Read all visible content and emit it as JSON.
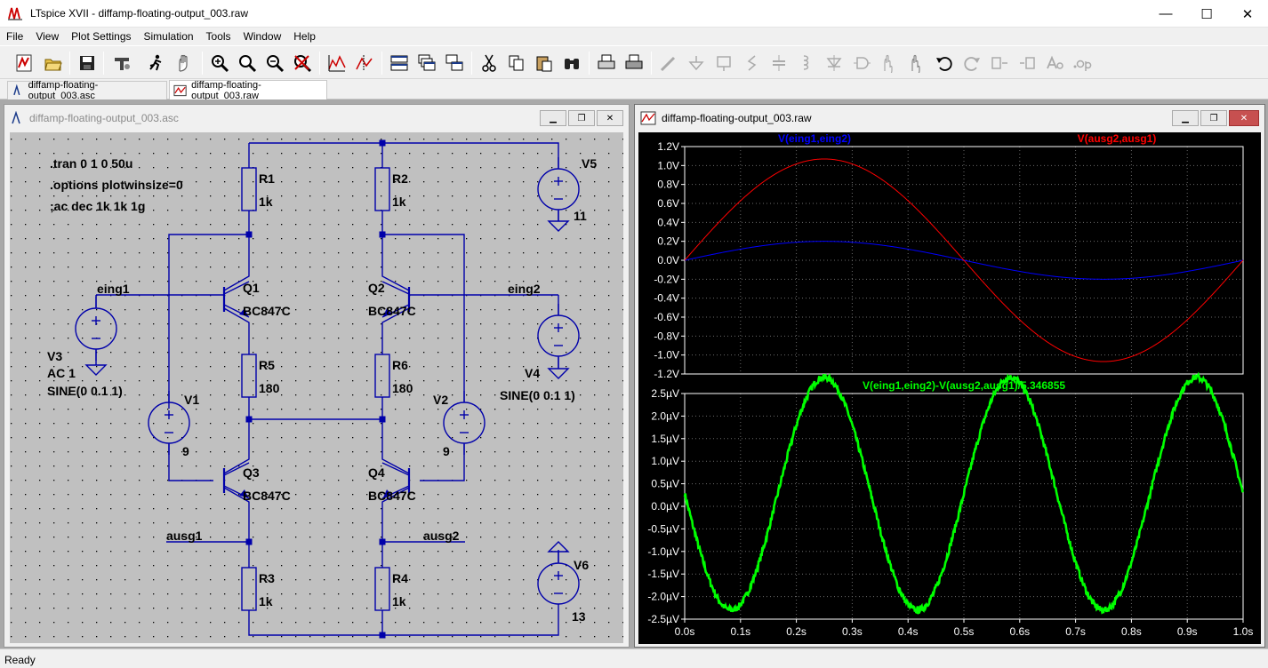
{
  "window": {
    "title": "LTspice XVII - diffamp-floating-output_003.raw",
    "controls": [
      "—",
      "☐",
      "✕"
    ]
  },
  "menu": [
    "File",
    "View",
    "Plot Settings",
    "Simulation",
    "Tools",
    "Window",
    "Help"
  ],
  "toolbar": {
    "icons": [
      "new-schematic-icon",
      "open-icon",
      "save-icon",
      "control-panel-icon",
      "run-icon",
      "halt-icon",
      "zoom-in-icon",
      "zoom-fit-icon",
      "zoom-out-icon",
      "zoom-cancel-icon",
      "autorange-icon",
      "cursor-icon",
      "tile-horizontal-icon",
      "cascade-icon",
      "tile-vertical-icon",
      "cut-icon",
      "copy-icon",
      "paste-icon",
      "find-icon",
      "print-icon",
      "print-setup-icon",
      "wire-icon",
      "ground-icon",
      "label-net-icon",
      "resistor-icon",
      "capacitor-icon",
      "inductor-icon",
      "diode-icon",
      "component-icon",
      "move-icon",
      "drag-icon",
      "undo-icon",
      "redo-icon",
      "rotate-icon",
      "mirror-icon",
      "text-icon",
      "spice-directive-icon"
    ]
  },
  "tabs": [
    {
      "label": "diffamp-floating-output_003.asc",
      "active": false
    },
    {
      "label": "diffamp-floating-output_003.raw",
      "active": true
    }
  ],
  "schematic_window": {
    "title": "diffamp-floating-output_003.asc",
    "directives": [
      ".tran 0 1 0 50u",
      ".options plotwinsize=0",
      ";ac dec 1k 1k 1g"
    ],
    "components": {
      "R1": {
        "name": "R1",
        "value": "1k"
      },
      "R2": {
        "name": "R2",
        "value": "1k"
      },
      "R3": {
        "name": "R3",
        "value": "1k"
      },
      "R4": {
        "name": "R4",
        "value": "1k"
      },
      "R5": {
        "name": "R5",
        "value": "180"
      },
      "R6": {
        "name": "R6",
        "value": "180"
      },
      "Q1": {
        "name": "Q1",
        "value": "BC847C"
      },
      "Q2": {
        "name": "Q2",
        "value": "BC847C"
      },
      "Q3": {
        "name": "Q3",
        "value": "BC847C"
      },
      "Q4": {
        "name": "Q4",
        "value": "BC847C"
      },
      "V1": {
        "name": "V1",
        "value": "9"
      },
      "V2": {
        "name": "V2",
        "value": "9"
      },
      "V3": {
        "name": "V3",
        "value": "AC 1",
        "value2": "SINE(0 0.1 1)"
      },
      "V4": {
        "name": "V4",
        "value": "SINE(0 0.1 1)"
      },
      "V5": {
        "name": "V5",
        "value": "11"
      },
      "V6": {
        "name": "V6",
        "value": "13"
      }
    },
    "nets": {
      "eing1": "eing1",
      "eing2": "eing2",
      "ausg1": "ausg1",
      "ausg2": "ausg2"
    }
  },
  "waveform_window": {
    "title": "diffamp-floating-output_003.raw"
  },
  "chart_data": [
    {
      "type": "line",
      "title": "",
      "series": [
        {
          "name": "V(eing1,eing2)",
          "color": "#0000ff",
          "function": "0.2*sin(2*pi*t)"
        },
        {
          "name": "V(ausg2,ausg1)",
          "color": "#ff0000",
          "function": "1.069*sin(2*pi*t)"
        }
      ],
      "x": {
        "range": [
          0,
          1
        ],
        "ticks": [
          "0.0s",
          "0.1s",
          "0.2s",
          "0.3s",
          "0.4s",
          "0.5s",
          "0.6s",
          "0.7s",
          "0.8s",
          "0.9s",
          "1.0s"
        ]
      },
      "y": {
        "range": [
          -1.2,
          1.2
        ],
        "ticks": [
          "1.2V",
          "1.0V",
          "0.8V",
          "0.6V",
          "0.4V",
          "0.2V",
          "0.0V",
          "-0.2V",
          "-0.4V",
          "-0.6V",
          "-0.8V",
          "-1.0V",
          "-1.2V"
        ]
      },
      "grid": true,
      "background": "#000000"
    },
    {
      "type": "line",
      "title": "",
      "series": [
        {
          "name": "V(eing1,eing2)-V(ausg2,ausg1)/5.346855",
          "color": "#00ff00",
          "function": "0.28-2.58*sin(6*pi*t) µV (≈3 Hz, noisy)"
        }
      ],
      "x": {
        "range": [
          0,
          1
        ],
        "ticks": [
          "0.0s",
          "0.1s",
          "0.2s",
          "0.3s",
          "0.4s",
          "0.5s",
          "0.6s",
          "0.7s",
          "0.8s",
          "0.9s",
          "1.0s"
        ]
      },
      "y": {
        "range": [
          -2.5,
          2.5
        ],
        "unit": "µV",
        "ticks": [
          "2.5µV",
          "2.0µV",
          "1.5µV",
          "1.0µV",
          "0.5µV",
          "0.0µV",
          "-0.5µV",
          "-1.0µV",
          "-1.5µV",
          "-2.0µV",
          "-2.5µV"
        ]
      },
      "grid": true,
      "background": "#000000"
    }
  ],
  "status": {
    "text": "Ready"
  },
  "colors": {
    "wire": "#0000aa",
    "schematic_bg": "#c0c0c0",
    "plot_bg": "#000000",
    "grid": "#6a6a6a",
    "axis_text": "#ffffff"
  }
}
